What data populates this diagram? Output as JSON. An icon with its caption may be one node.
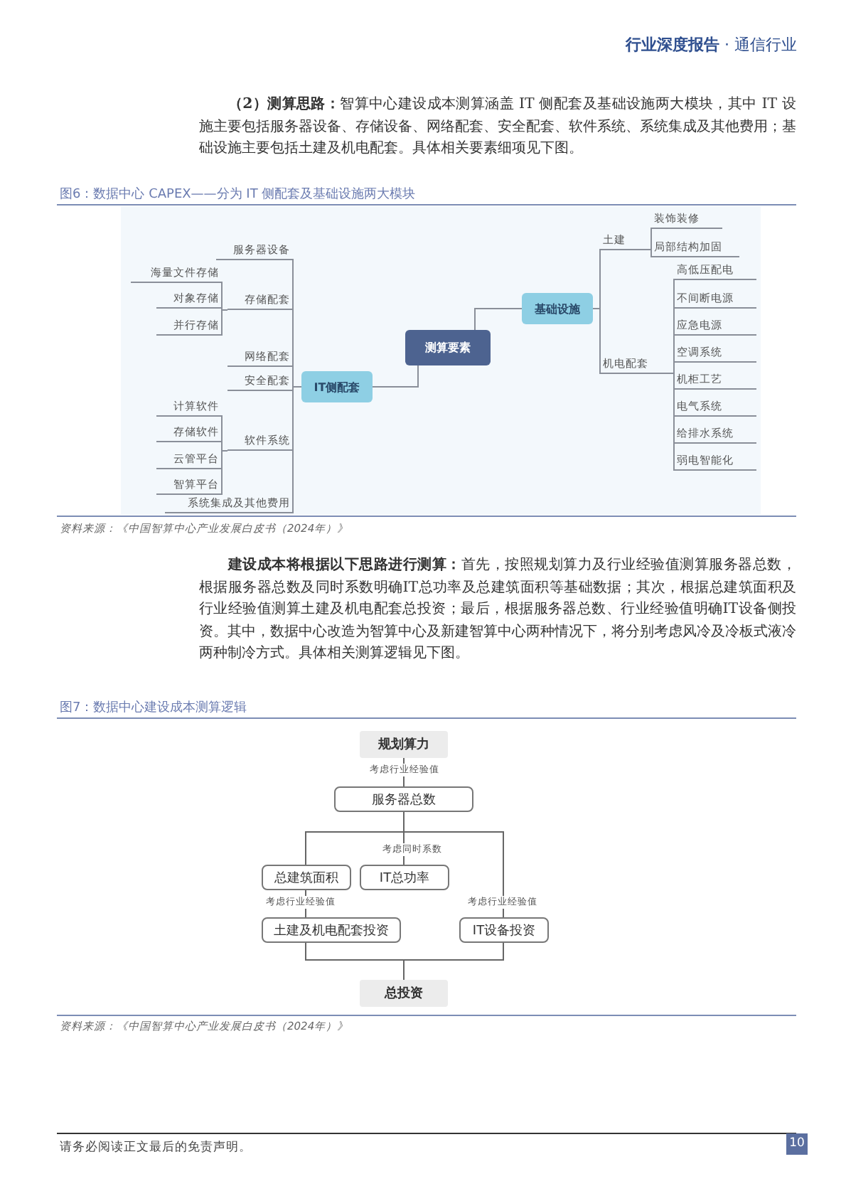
{
  "diagram": {
    "nodes": [
      {
        "text": [
          "测算要素"
        ]
      },
      {
        "text": [
          "IT侧配套"
        ]
      },
      {
        "text": [
          "基础设施"
        ]
      },
      {
        "text": [
          "服务器设备"
        ]
      },
      {
        "text": [
          "存储配套"
        ]
      },
      {
        "text": [
          "海量文件存储"
        ]
      },
      {
        "text": [
          "对象存储"
        ]
      },
      {
        "text": [
          "并行存储"
        ]
      },
      {
        "text": [
          "网络配套"
        ]
      },
      {
        "text": [
          "安全配套"
        ]
      },
      {
        "text": [
          "软件系统"
        ]
      },
      {
        "text": [
          "计算软件"
        ]
      },
      {
        "text": [
          "存储软件"
        ]
      },
      {
        "text": [
          "云管平台"
        ]
      },
      {
        "text": [
          "智算平台"
        ]
      },
      {
        "text": [
          "系统集成及其他费用"
        ]
      },
      {
        "text": [
          "土建"
        ]
      },
      {
        "text": [
          "装饰装修"
        ]
      },
      {
        "text": [
          "局部结构加固"
        ]
      },
      {
        "text": [
          "机电配套"
        ]
      },
      {
        "text": [
          "高低压配电"
        ]
      },
      {
        "text": [
          "不间断电源"
        ]
      },
      {
        "text": [
          "应急电源"
        ]
      },
      {
        "text": [
          "空调系统"
        ]
      },
      {
        "text": [
          "机柜工艺"
        ]
      },
      {
        "text": [
          "电气系统"
        ]
      },
      {
        "text": [
          "给排水系统"
        ]
      },
      {
        "text": [
          "弱电智能化"
        ]
      },
      {
        "text": [
          "规划算力"
        ]
      },
      {
        "text": [
          "服务器总数"
        ]
      },
      {
        "text": [
          "总建筑面积"
        ]
      },
      {
        "text": [
          "IT总功率"
        ]
      },
      {
        "text": [
          "土建及机电配套投资"
        ]
      },
      {
        "text": [
          "IT设备投资"
        ]
      },
      {
        "text": [
          "总投资"
        ]
      }
    ],
    "edges": [
      {
        "from": 0,
        "to": 1,
        "arrow": "none"
      },
      {
        "from": 0,
        "to": 2,
        "arrow": "none"
      },
      {
        "from": 1,
        "to": 3,
        "arrow": "none"
      },
      {
        "from": 1,
        "to": 4,
        "arrow": "none"
      },
      {
        "from": 4,
        "to": 5,
        "arrow": "none"
      },
      {
        "from": 4,
        "to": 6,
        "arrow": "none"
      },
      {
        "from": 4,
        "to": 7,
        "arrow": "none"
      },
      {
        "from": 1,
        "to": 8,
        "arrow": "none"
      },
      {
        "from": 1,
        "to": 9,
        "arrow": "none"
      },
      {
        "from": 1,
        "to": 10,
        "arrow": "none"
      },
      {
        "from": 10,
        "to": 11,
        "arrow": "none"
      },
      {
        "from": 10,
        "to": 12,
        "arrow": "none"
      },
      {
        "from": 10,
        "to": 13,
        "arrow": "none"
      },
      {
        "from": 10,
        "to": 14,
        "arrow": "none"
      },
      {
        "from": 1,
        "to": 15,
        "arrow": "none"
      },
      {
        "from": 2,
        "to": 16,
        "arrow": "none"
      },
      {
        "from": 16,
        "to": 17,
        "arrow": "none"
      },
      {
        "from": 16,
        "to": 18,
        "arrow": "none"
      },
      {
        "from": 2,
        "to": 19,
        "arrow": "none"
      },
      {
        "from": 19,
        "to": 20,
        "arrow": "none"
      },
      {
        "from": 19,
        "to": 21,
        "arrow": "none"
      },
      {
        "from": 19,
        "to": 22,
        "arrow": "none"
      },
      {
        "from": 19,
        "to": 23,
        "arrow": "none"
      },
      {
        "from": 19,
        "to": 24,
        "arrow": "none"
      },
      {
        "from": 19,
        "to": 25,
        "arrow": "none"
      },
      {
        "from": 19,
        "to": 26,
        "arrow": "none"
      },
      {
        "from": 19,
        "to": 27,
        "arrow": "none"
      },
      {
        "from": 28,
        "to": 29,
        "arrow": "none",
        "label": "考虑行业经验值"
      },
      {
        "from": 29,
        "to": 30,
        "arrow": "none"
      },
      {
        "from": 29,
        "to": 31,
        "arrow": "none",
        "label": "考虑同时系数"
      },
      {
        "from": 29,
        "to": 33,
        "arrow": "none",
        "label": "考虑行业经验值"
      },
      {
        "from": 30,
        "to": 32,
        "arrow": "none",
        "label": "考虑行业经验值"
      },
      {
        "from": 32,
        "to": 34,
        "arrow": "none"
      },
      {
        "from": 33,
        "to": 34,
        "arrow": "none"
      }
    ],
    "labels": [
      "**行业深度报告** · 通信行业",
      "**（2）测算思路：**智算中心建设成本测算涵盖 IT 侧配套及基础设施两大模块，其中 IT 设施主要包括服务器设备、存储设备、网络配套、安全配套、软件系统、系统集成及其他费用；基础设施主要包括土建及机电配套。具体相关要素细项见下图。",
      "图6：数据中心 CAPEX——分为 IT 侧配套及基础设施两大模块",
      "资料来源：《中国智算中心产业发展白皮书（2024年）》",
      "**建设成本将根据以下思路进行测算：**首先，按照规划算力及行业经验值测算服务器总数，根据服务器总数及同时系数明确IT总功率及总建筑面积等基础数据；其次，根据总建筑面积及行业经验值测算土建及机电配套总投资；最后，根据服务器总数、行业经验值明确IT设备侧投资。其中，数据中心改造为智算中心及新建智算中心两种情况下，将分别考虑风冷及冷板式液冷两种制冷方式。具体相关测算逻辑见下图。",
      "图7：数据中心建设成本测算逻辑",
      "资料来源：《中国智算中心产业发展白皮书（2024年）》",
      "请务必阅读正文最后的免责声明。",
      "10"
    ]
  }
}
